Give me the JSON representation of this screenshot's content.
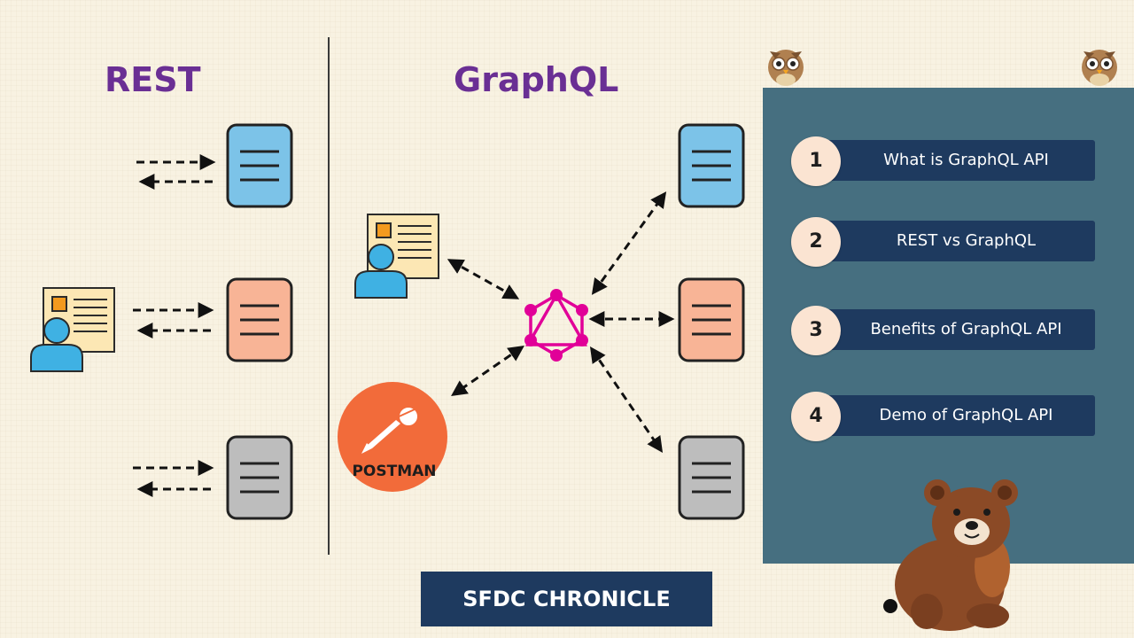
{
  "left_title": "REST",
  "center_title": "GraphQL",
  "postman_label": "POSTMAN",
  "agenda": [
    {
      "number": "1",
      "label": "What is GraphQL API"
    },
    {
      "number": "2",
      "label": "REST vs GraphQL"
    },
    {
      "number": "3",
      "label": "Benefits of GraphQL API"
    },
    {
      "number": "4",
      "label": "Demo of GraphQL API"
    }
  ],
  "footer_label": "SFDC CHRONICLE",
  "colors": {
    "title": "#6a2f94",
    "server_blue": "#7cc3e8",
    "server_orange": "#f8b496",
    "server_gray": "#bdbdbd",
    "graphql_pink": "#e10098",
    "postman_orange": "#f26b3a",
    "panel": "#466f80",
    "bar": "#1e3a5f"
  },
  "icons": [
    "client-card-icon",
    "server-icon",
    "graphql-logo-icon",
    "postman-logo-icon",
    "owl-icon",
    "bear-icon"
  ]
}
